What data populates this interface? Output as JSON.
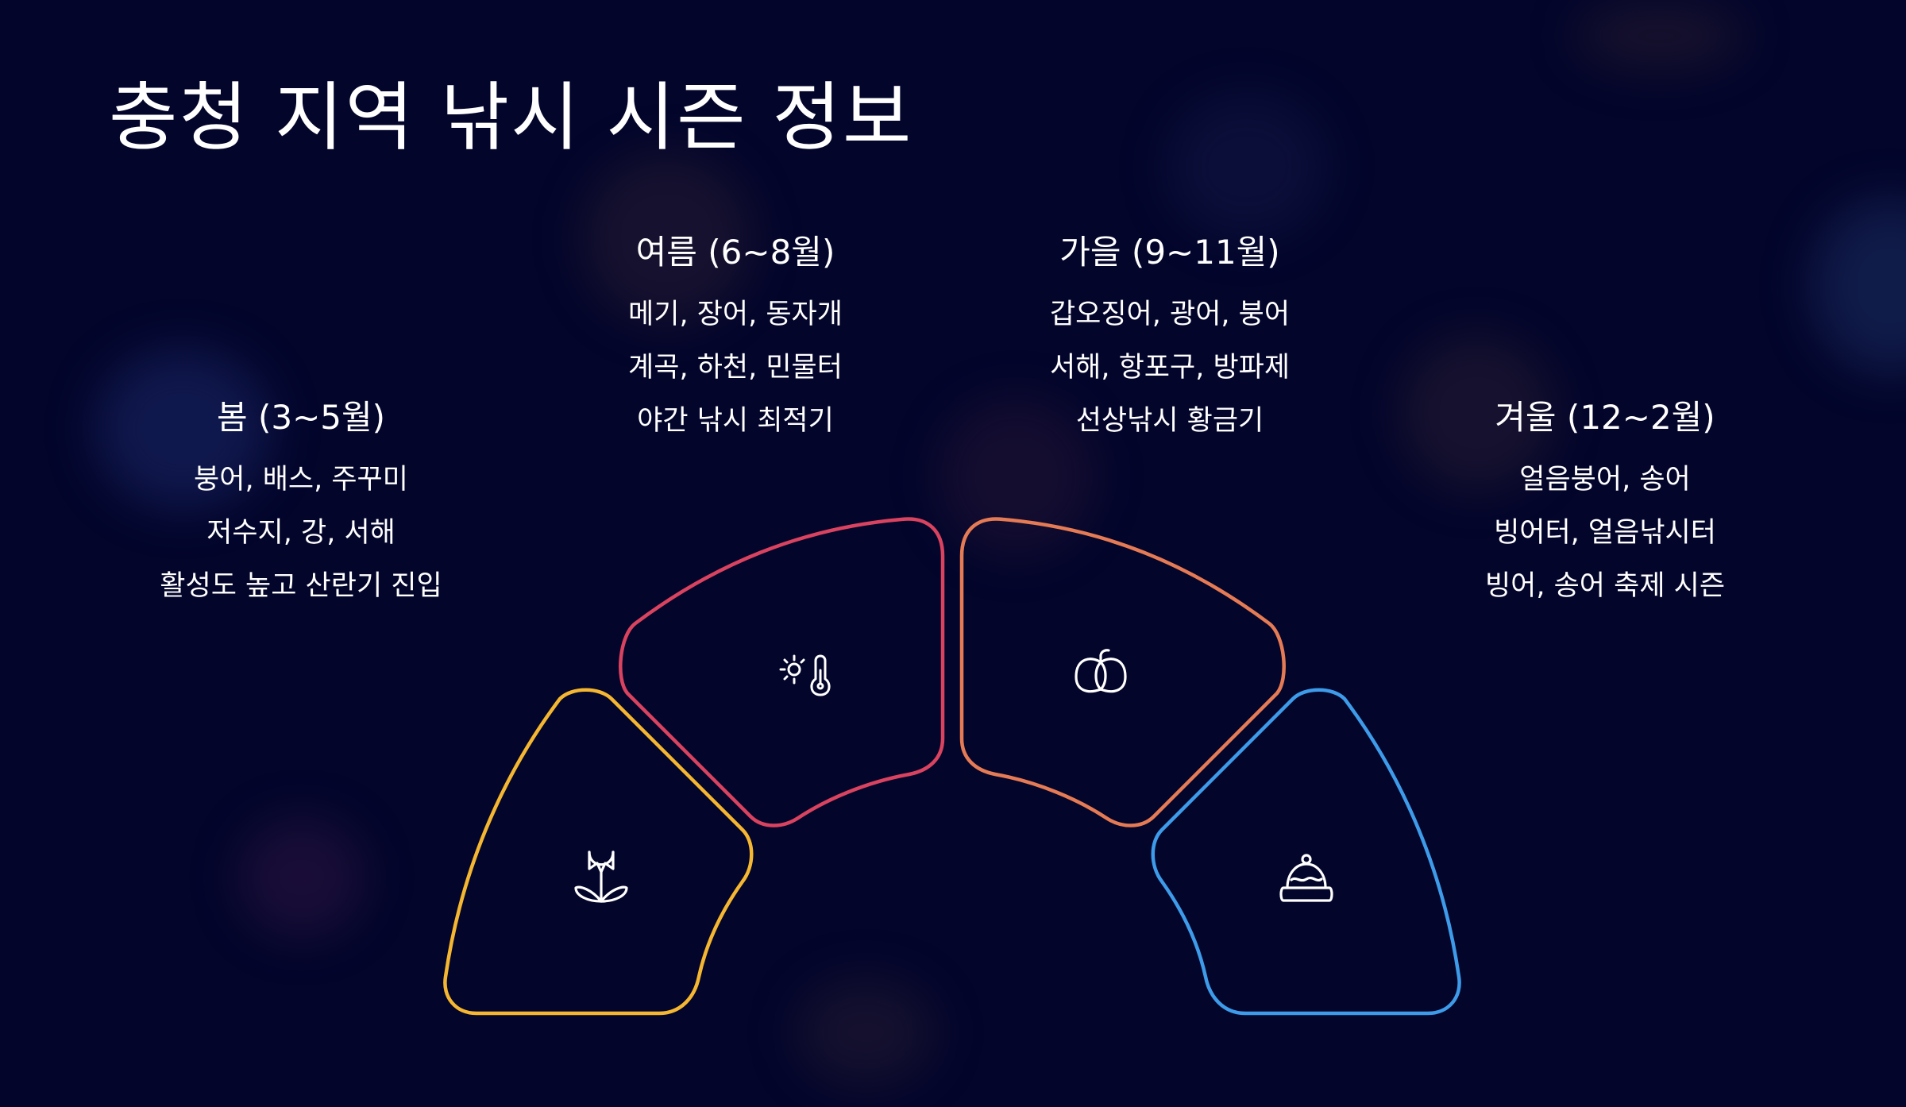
{
  "title": "충청 지역 낚시 시즌 정보",
  "seasons": {
    "spring": {
      "title": "봄 (3~5월)",
      "lines": [
        "붕어, 배스, 주꾸미",
        "저수지, 강, 서해",
        "활성도 높고 산란기 진입"
      ],
      "color": "#f5b731",
      "icon": "tulip-icon"
    },
    "summer": {
      "title": "여름 (6~8월)",
      "lines": [
        "메기, 장어, 동자개",
        "계곡, 하천, 민물터",
        "야간 낚시 최적기"
      ],
      "color": "#d9435f",
      "icon": "sun-thermometer-icon"
    },
    "autumn": {
      "title": "가을 (9~11월)",
      "lines": [
        "갑오징어, 광어, 붕어",
        "서해, 항포구, 방파제",
        "선상낚시 황금기"
      ],
      "color": "#e57b55",
      "icon": "pumpkin-icon"
    },
    "winter": {
      "title": "겨울 (12~2월)",
      "lines": [
        "얼음붕어, 송어",
        "빙어터, 얼음낚시터",
        "빙어, 송어 축제 시즌"
      ],
      "color": "#3d9be9",
      "icon": "winter-hat-icon"
    }
  },
  "colors": {
    "background": "#03052b",
    "text": "#ffffff"
  }
}
